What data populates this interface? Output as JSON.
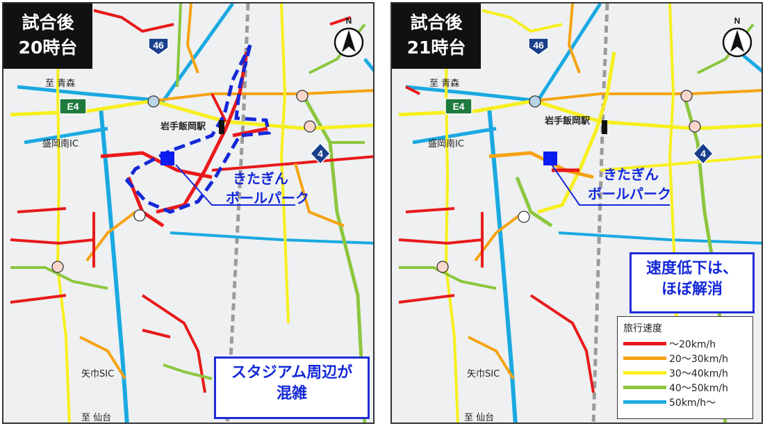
{
  "panels": [
    {
      "title_line1": "試合後",
      "title_line2": "20時台",
      "callout_line1": "スタジアム周辺が",
      "callout_line2": "混雑"
    },
    {
      "title_line1": "試合後",
      "title_line2": "21時台",
      "callout_line1": "速度低下は、",
      "callout_line2": "ほぼ解消"
    }
  ],
  "map_labels": {
    "north": "N",
    "to_aomori": "至 青森",
    "to_sendai": "至 仙台",
    "route_46": "46",
    "route_4": "4",
    "expressway": "E4",
    "morioka_minami_ic": "盛岡南IC",
    "yahaba_sic": "矢巾SIC",
    "station": "岩手飯岡駅",
    "ballpark_line1": "きたぎん",
    "ballpark_line2": "ボールパーク"
  },
  "legend": {
    "title": "旅行速度",
    "items": [
      {
        "label": "～20km/h",
        "color": "#e8191a"
      },
      {
        "label": "20～30km/h",
        "color": "#f5a313"
      },
      {
        "label": "30～40km/h",
        "color": "#f7ef1c"
      },
      {
        "label": "40～50km/h",
        "color": "#8cc63e"
      },
      {
        "label": "50km/h～",
        "color": "#1aa9e1"
      }
    ]
  },
  "colors": {
    "red": "#e8191a",
    "orange": "#f5a313",
    "yellow": "#f7ef1c",
    "green": "#8cc63e",
    "blue": "#1aa9e1",
    "accent_blue": "#1428d8",
    "ballpark_marker": "#0b1cf0"
  }
}
